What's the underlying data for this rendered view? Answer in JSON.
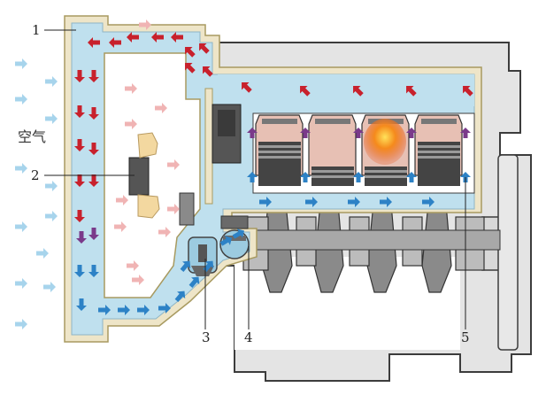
{
  "labels": {
    "side_text": "空气",
    "callouts": [
      "1",
      "2",
      "3",
      "4",
      "5"
    ]
  },
  "colors": {
    "coolant": "#bfe0ee",
    "housing_fill": "#eee5c8",
    "housing_stroke": "#a89a60",
    "engine_block": "#e4e4e4",
    "engine_stroke": "#3c3c3c",
    "hot_arrow": "#c8212c",
    "cold_arrow": "#2d82c6",
    "warm_arrow": "#7a3a8a",
    "air_arrow": "#a7d4ec",
    "radiator_air_arrow": "#f0b4b4",
    "cylinder_fill": "#e7c0b4",
    "piston_fill": "#444444",
    "combustion": "#f06a12"
  },
  "icons": [
    "air-flow-arrow-icon",
    "hot-coolant-arrow-icon",
    "cold-coolant-arrow-icon",
    "thermostat-icon",
    "water-pump-icon"
  ]
}
